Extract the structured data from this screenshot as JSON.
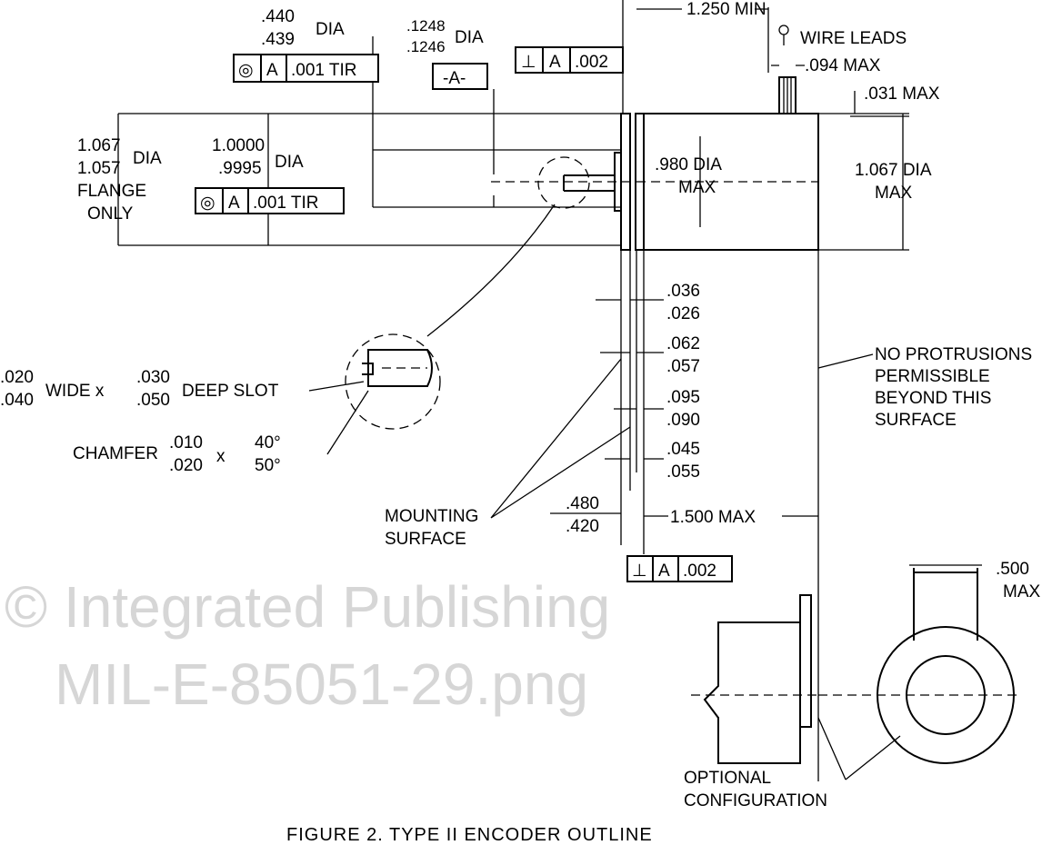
{
  "watermark": {
    "line1": "© Integrated Publishing",
    "line2": "MIL-E-85051-29.png"
  },
  "title": "FIGURE 2. TYPE II ENCODER OUTLINE",
  "dims": {
    "d440": ".440",
    "d439": ".439",
    "dia1": "DIA",
    "d1248": ".1248",
    "d1246": ".1246",
    "dia2": "DIA",
    "datum_a": "-A-",
    "min1250": "1.250 MIN",
    "wire_leads": "WIRE LEADS",
    "max094": ".094 MAX",
    "max031": ".031 MAX",
    "d1067": "1.067",
    "d1057": "1.057",
    "dia3": "DIA",
    "flange": "FLANGE",
    "only": "ONLY",
    "d10000": "1.0000",
    "d9995": ".9995",
    "dia4": "DIA",
    "d980": ".980 DIA",
    "max_a": "MAX",
    "d1067b": "1.067 DIA",
    "max_b": "MAX",
    "d036": ".036",
    "d026": ".026",
    "d062": ".062",
    "d057": ".057",
    "d095": ".095",
    "d090": ".090",
    "d045": ".045",
    "d055": ".055",
    "d020": ".020",
    "d040": ".040",
    "wide_x": "WIDE x",
    "d030": ".030",
    "d050": ".050",
    "deep_slot": "DEEP SLOT",
    "chamfer": "CHAMFER",
    "c010": ".010",
    "c020": ".020",
    "cx": "x",
    "a40": "40°",
    "a50": "50°",
    "mounting": "MOUNTING",
    "surface": "SURFACE",
    "d480": ".480",
    "d420": ".420",
    "max1500": "1.500 MAX",
    "no_prot1": "NO PROTRUSIONS",
    "no_prot2": "PERMISSIBLE",
    "no_prot3": "BEYOND THIS",
    "no_prot4": "SURFACE",
    "d500": ".500",
    "max_c": "MAX",
    "optional": "OPTIONAL",
    "configuration": "CONFIGURATION"
  },
  "fcf": {
    "concentric_sym": "◎",
    "perp_sym": "⊥",
    "datum": "A",
    "tir": ".001 TIR",
    "perp_tol": ".002"
  }
}
